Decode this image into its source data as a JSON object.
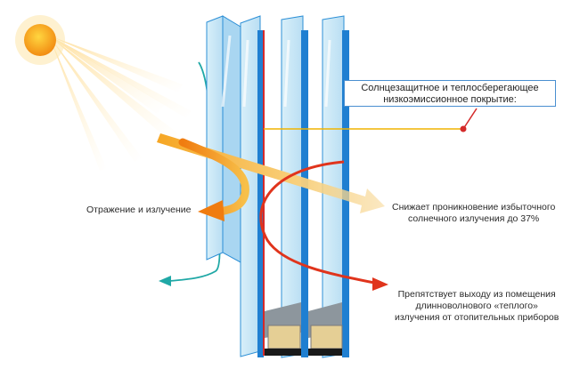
{
  "labels": {
    "coating_line1": "Солнцезащитное и теплосберегающее",
    "coating_line2": "низкоэмиссионное покрытие:",
    "reflection": "Отражение и излучение",
    "solar_line1": "Снижает проникновение избыточного",
    "solar_line2": "солнечного излучения до 37%",
    "heat_line1": "Препятствует выходу из помещения",
    "heat_line2": "длинноволнового «теплого»",
    "heat_line3": "излучения от отопительных приборов"
  },
  "colors": {
    "glass_fill": "#cfe9f7",
    "glass_edge": "#2c8fd6",
    "coating_red": "#d42a2a",
    "sun": "#f7a51c",
    "solar_arrow": "#f4b233",
    "heat_arrow": "#e0341c",
    "teal_arrow": "#20a8a6",
    "leader_line": "#f0b400",
    "desiccant": "#e5cf95",
    "spacer": "#9ea6ad"
  },
  "icons": [
    "sun-icon",
    "solar-ray-arrow",
    "reflection-arrow",
    "heat-arrow",
    "teal-arrow"
  ]
}
